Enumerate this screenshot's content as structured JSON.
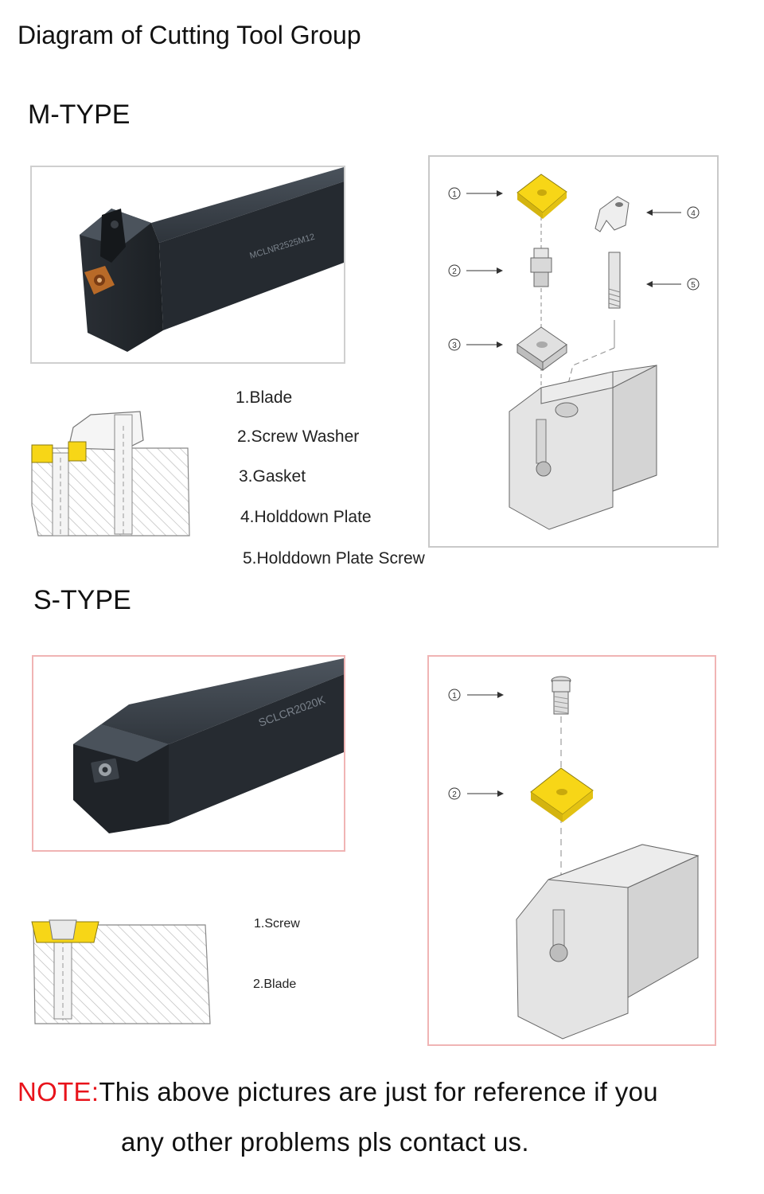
{
  "page": {
    "title": "Diagram of Cutting Tool Group"
  },
  "m_type": {
    "heading": "M-TYPE",
    "tool_marking": "MCLNR2525M12",
    "callouts": [
      "1",
      "2",
      "3",
      "4",
      "5"
    ],
    "parts": [
      "1.Blade",
      "2.Screw Washer",
      "3.Gasket",
      "4.Holddown Plate",
      "5.Holddown Plate Screw"
    ]
  },
  "s_type": {
    "heading": "S-TYPE",
    "tool_marking": "SCLCR2020K",
    "callouts": [
      "1",
      "2"
    ],
    "parts": [
      "1.Screw",
      "2.Blade"
    ]
  },
  "note": {
    "prefix": "NOTE:",
    "line1": "This above pictures are  just  for reference if you",
    "line2": "any other problems pls contact us."
  },
  "colors": {
    "insert_yellow": "#f7d617",
    "tool_body": "#2b3138",
    "note_red": "#e8131b",
    "frame_gray": "#c9c9c9",
    "frame_pink": "#f0b4b4"
  }
}
